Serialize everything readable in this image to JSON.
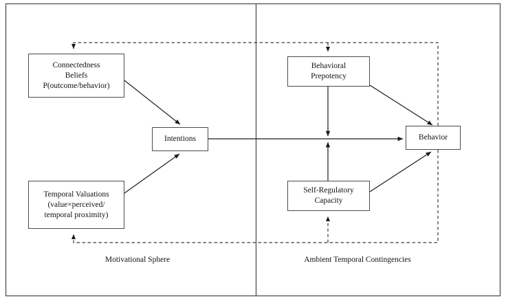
{
  "figure": {
    "border_color": "#4a4a4a",
    "line_color": "#1a1a1a",
    "dashed_color": "#3c3c3c",
    "background": "#ffffff"
  },
  "nodes": {
    "connectedness_beliefs": {
      "id": "connectedness-beliefs",
      "lines": [
        "Connectedness",
        "Beliefs",
        "P(outcome/behavior)"
      ]
    },
    "temporal_valuations": {
      "id": "temporal-valuations",
      "lines": [
        "Temporal Valuations",
        "(value×perceived/",
        "temporal proximity)"
      ]
    },
    "intentions": {
      "id": "intentions",
      "lines": [
        "Intentions"
      ]
    },
    "behavioral_prepotency": {
      "id": "behavioral-prepotency",
      "lines": [
        "Behavioral",
        "Prepotency"
      ]
    },
    "self_regulatory_capacity": {
      "id": "self-regulatory-capacity",
      "lines": [
        "Self-Regulatory",
        "Capacity"
      ]
    },
    "behavior": {
      "id": "behavior",
      "lines": [
        "Behavior"
      ]
    }
  },
  "spheres": {
    "left": "Motivational Sphere",
    "right": "Ambient Temporal Contingencies"
  },
  "edges": [
    {
      "name": "connectedness-to-intentions",
      "from": "Connectedness Beliefs",
      "to": "Intentions",
      "style": "solid"
    },
    {
      "name": "temporal-to-intentions",
      "from": "Temporal Valuations",
      "to": "Intentions",
      "style": "solid"
    },
    {
      "name": "intentions-to-behavior",
      "from": "Intentions",
      "to": "Behavior",
      "style": "solid"
    },
    {
      "name": "prepotency-to-intentions-behavior-path",
      "from": "Behavioral Prepotency",
      "to": "Intentions–Behavior path",
      "style": "solid"
    },
    {
      "name": "selfreg-to-intentions-behavior-path",
      "from": "Self-Regulatory Capacity",
      "to": "Intentions–Behavior path",
      "style": "solid"
    },
    {
      "name": "prepotency-to-behavior",
      "from": "Behavioral Prepotency",
      "to": "Behavior",
      "style": "solid"
    },
    {
      "name": "selfreg-to-behavior",
      "from": "Self-Regulatory Capacity",
      "to": "Behavior",
      "style": "solid"
    },
    {
      "name": "behavior-feedback-to-connectedness",
      "from": "Behavior",
      "to": "Connectedness Beliefs",
      "style": "dashed"
    },
    {
      "name": "behavior-feedback-to-prepotency",
      "from": "Behavior",
      "to": "Behavioral Prepotency",
      "style": "dashed"
    },
    {
      "name": "behavior-feedback-to-temporal",
      "from": "Behavior",
      "to": "Temporal Valuations",
      "style": "dashed"
    },
    {
      "name": "behavior-feedback-to-selfreg",
      "from": "Behavior",
      "to": "Self-Regulatory Capacity",
      "style": "dashed"
    }
  ]
}
